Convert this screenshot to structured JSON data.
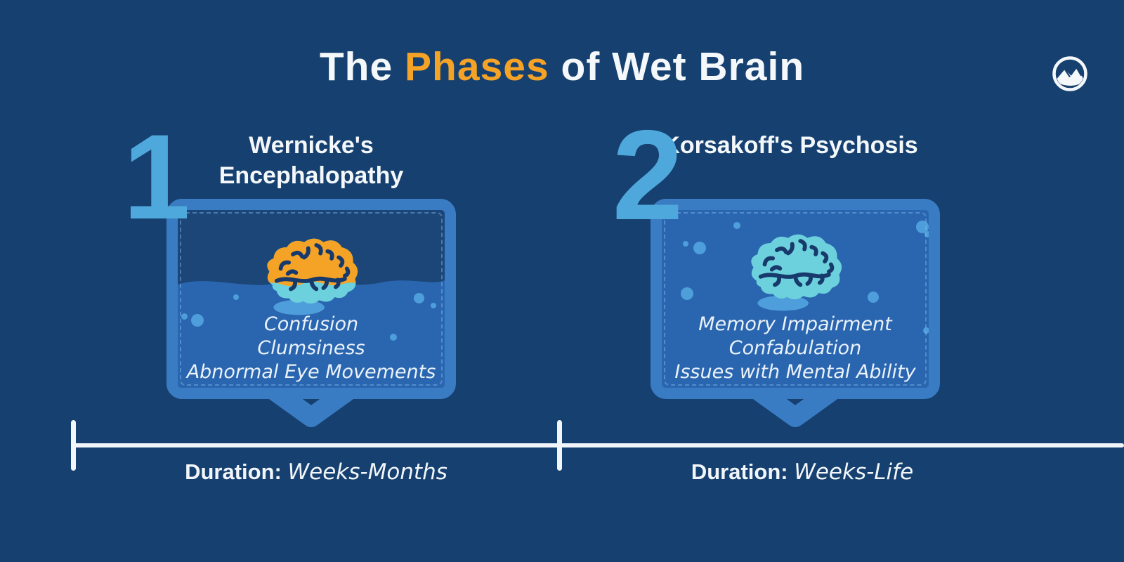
{
  "colors": {
    "bg": "#16406F",
    "bgInner": "#1B4677",
    "border": "#3A7CC4",
    "water": "#2A66B0",
    "bubble": "#4E9EDB",
    "number": "#4FA8DC",
    "orange": "#F5A326",
    "teal": "#6CD1DC",
    "ink": "#17396B",
    "text": "#F4F8FB"
  },
  "header": {
    "title_prefix": "The ",
    "title_highlight": "Phases",
    "title_suffix": " of Wet Brain",
    "logo_icon": "mountain-circle-icon"
  },
  "phases": [
    {
      "number": "1",
      "title": "Wernicke's Encephalopathy",
      "brain_icon": "brain-half-submerged-icon",
      "symptoms": [
        "Confusion",
        "Clumsiness",
        "Abnormal Eye Movements"
      ],
      "duration_label": "Duration:",
      "duration_value": "Weeks-Months"
    },
    {
      "number": "2",
      "title": "Korsakoff's Psychosis",
      "brain_icon": "brain-fully-submerged-icon",
      "symptoms": [
        "Memory Impairment",
        "Confabulation",
        "Issues with Mental Ability"
      ],
      "duration_label": "Duration:",
      "duration_value": "Weeks-Life"
    }
  ]
}
